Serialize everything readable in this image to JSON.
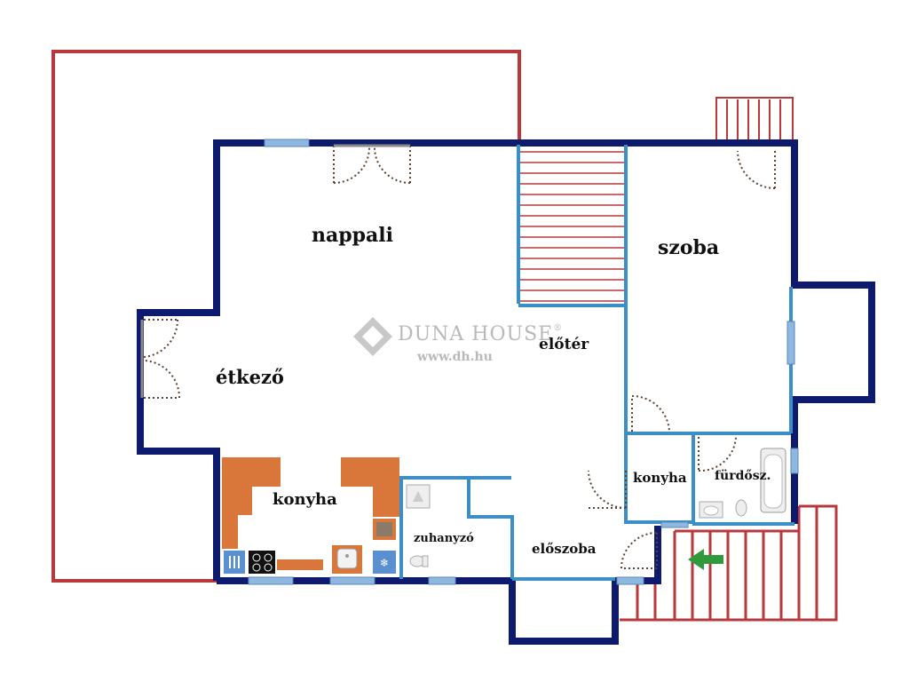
{
  "watermark": {
    "brand": "DUNA HOUSE",
    "registered_mark": "®",
    "url": "www.dh.hu"
  },
  "rooms": {
    "nappali": "nappali",
    "szoba": "szoba",
    "etkezo": "étkező",
    "eloter": "előtér",
    "konyha_main": "konyha",
    "konyha_small": "konyha",
    "furdoszoba": "fürdősz.",
    "zuhanyzo": "zuhanyzó",
    "eloszoba": "előszoba"
  },
  "colors": {
    "outer_wall": "#0d1a6e",
    "inner_wall": "#3b8fc7",
    "terrace_outline": "#b8383c",
    "stairs": "#b8383c",
    "window": "#8fb8e0",
    "counter": "#d9773a",
    "entrance_arrow": "#2f9a3a",
    "door_swing": "#5a4330"
  },
  "icons": [
    "entrance-arrow-icon",
    "stove-icon",
    "sink-icon",
    "fridge-icon",
    "dishwasher-icon",
    "shower-icon",
    "toilet-icon",
    "bathtub-icon",
    "washbasin-icon",
    "duna-house-logo-icon"
  ]
}
